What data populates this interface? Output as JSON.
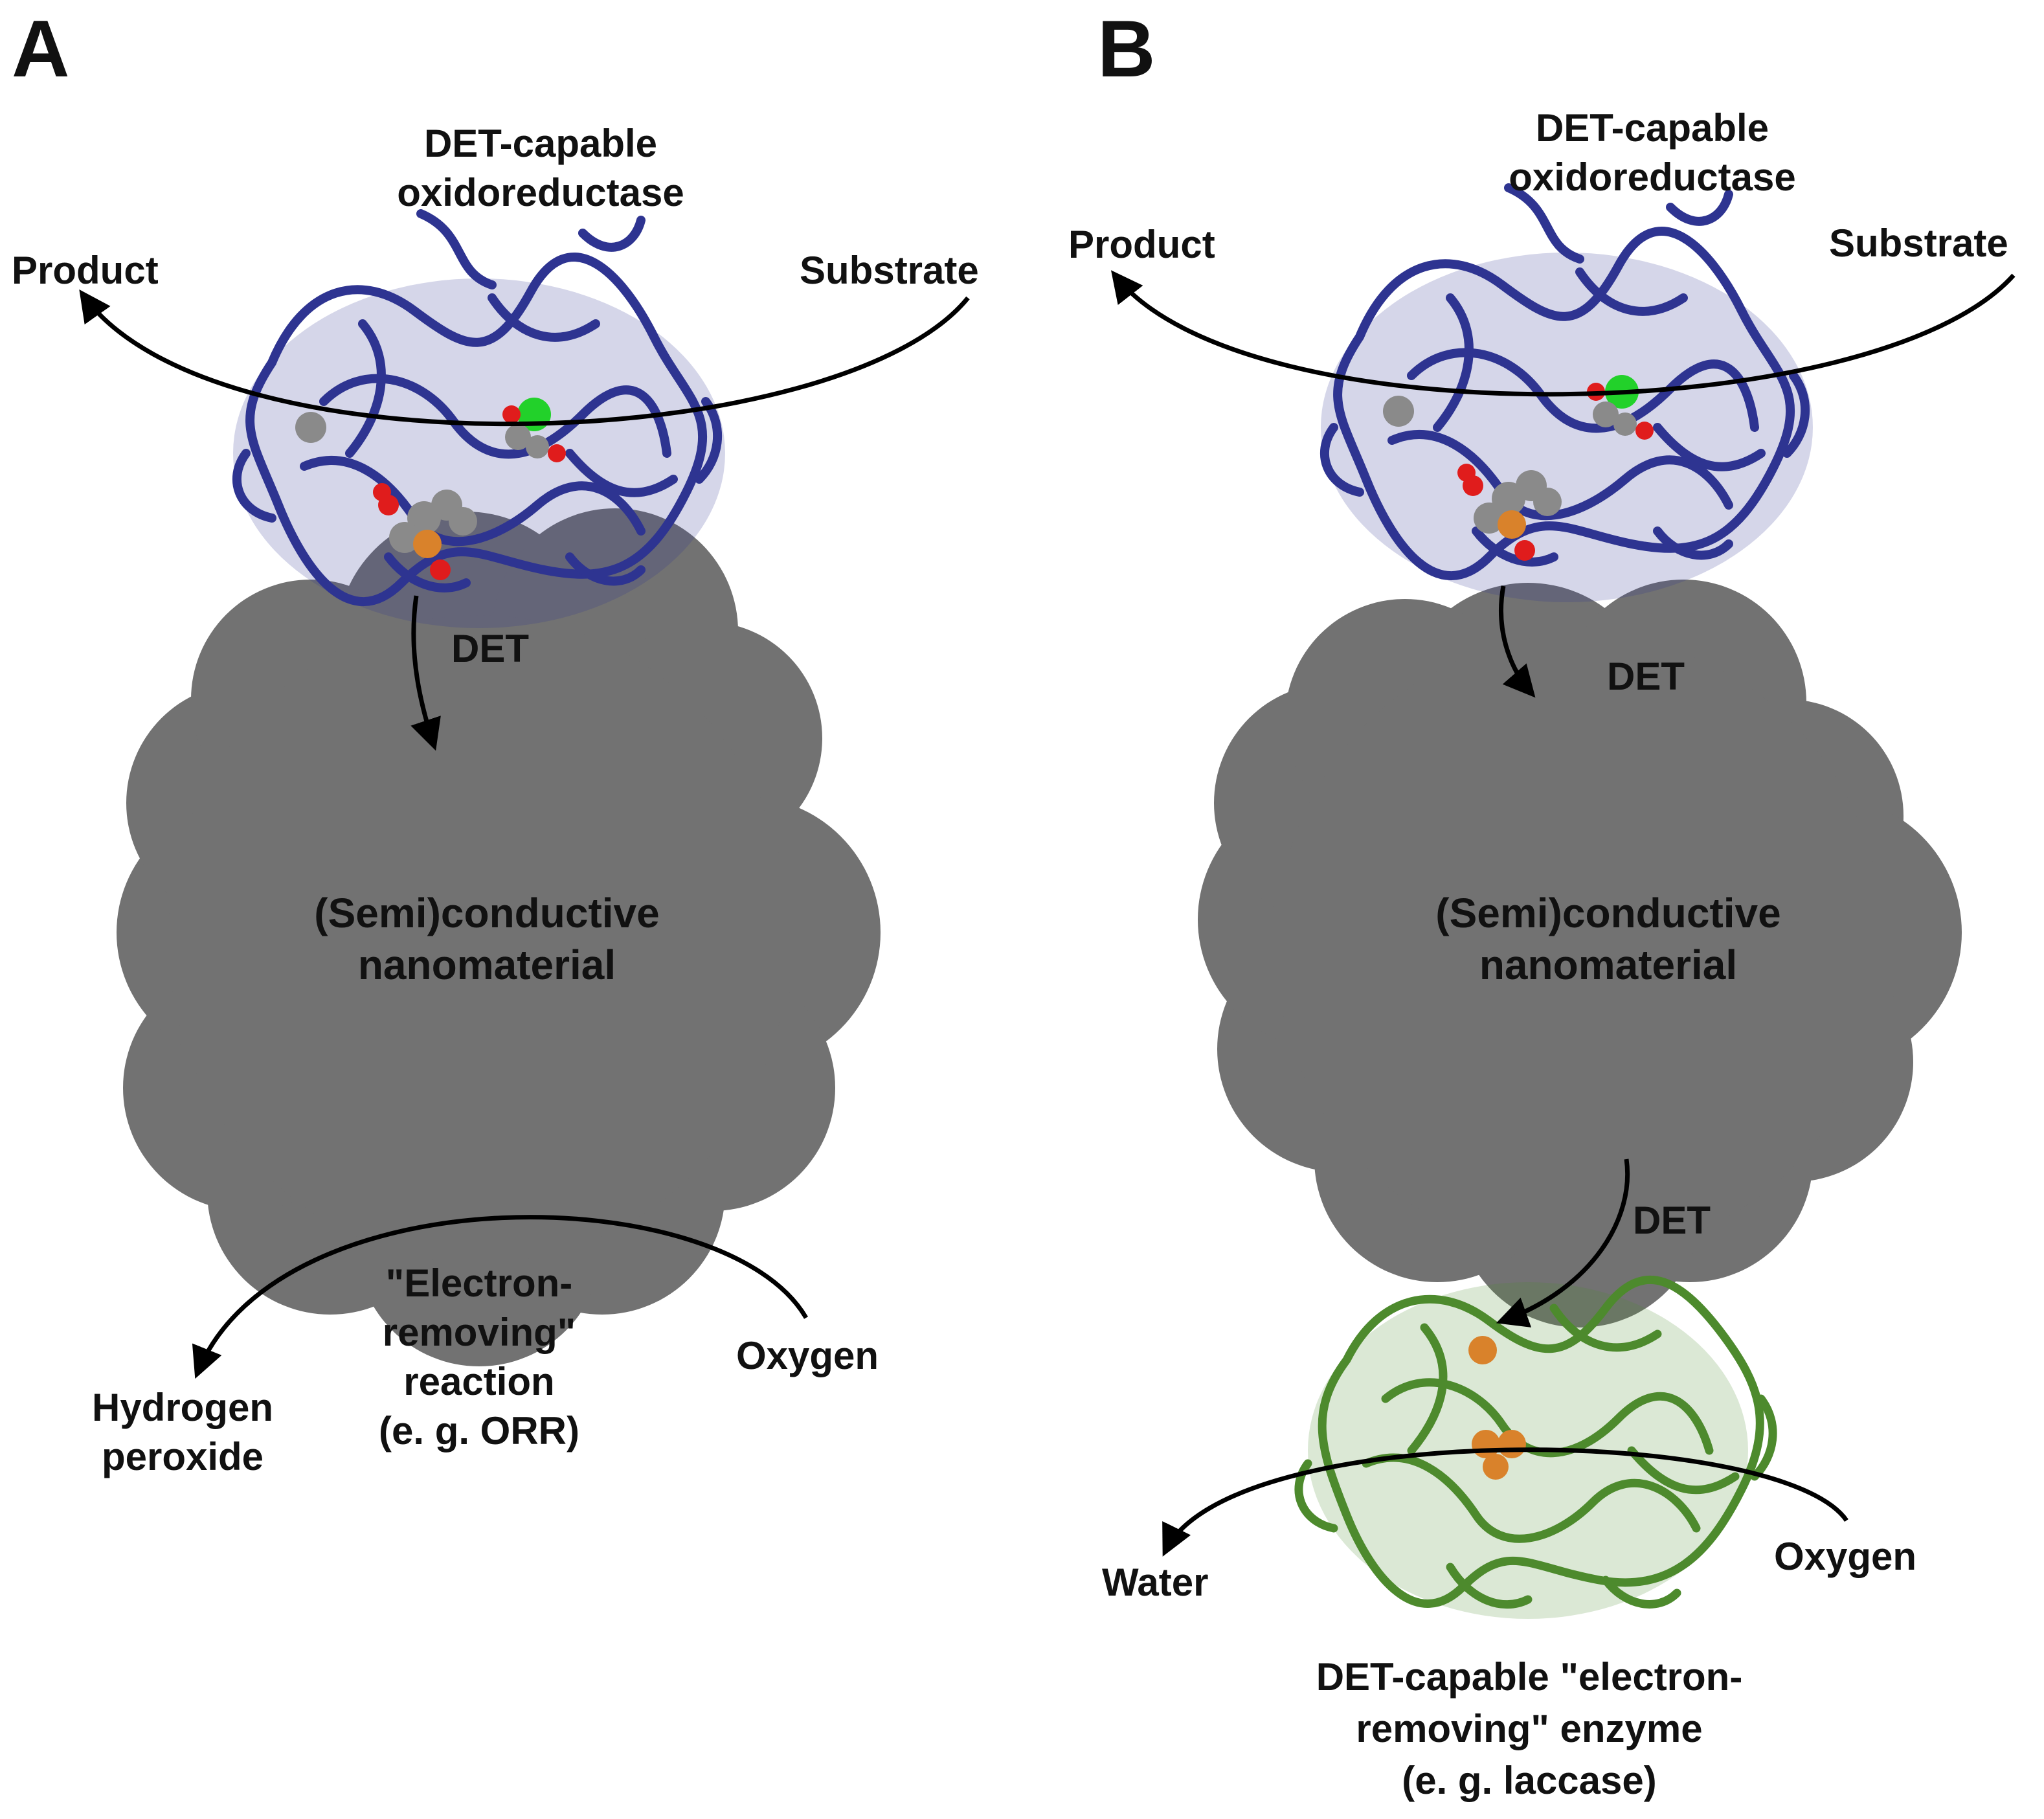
{
  "colors": {
    "background": "#ffffff",
    "nanomaterial": "#727272",
    "oxidoreductase": "#2e3491",
    "laccase": "#4d8a2d",
    "arrow": "#000000",
    "cofactor_gray": "#8a8a8a",
    "cofactor_red": "#e01c1c",
    "cofactor_green": "#22d12a",
    "cofactor_orange": "#d9822b"
  },
  "panel_a": {
    "letter": "A",
    "enzyme_label_line1": "DET-capable",
    "enzyme_label_line2": "oxidoreductase",
    "product": "Product",
    "substrate": "Substrate",
    "det": "DET",
    "nanomaterial_line1": "(Semi)conductive",
    "nanomaterial_line2": "nanomaterial",
    "reaction_line1": "\"Electron-",
    "reaction_line2": "removing\"",
    "reaction_line3": "reaction",
    "reaction_line4": "(e. g. ORR)",
    "product2_line1": "Hydrogen",
    "product2_line2": "peroxide",
    "oxygen": "Oxygen"
  },
  "panel_b": {
    "letter": "B",
    "enzyme_label_line1": "DET-capable",
    "enzyme_label_line2": "oxidoreductase",
    "product": "Product",
    "substrate": "Substrate",
    "det_top": "DET",
    "nanomaterial_line1": "(Semi)conductive",
    "nanomaterial_line2": "nanomaterial",
    "det_bottom": "DET",
    "water": "Water",
    "oxygen": "Oxygen",
    "enzyme2_line1": "DET-capable \"electron-",
    "enzyme2_line2": "removing\" enzyme",
    "enzyme2_line3": "(e. g. laccase)"
  }
}
